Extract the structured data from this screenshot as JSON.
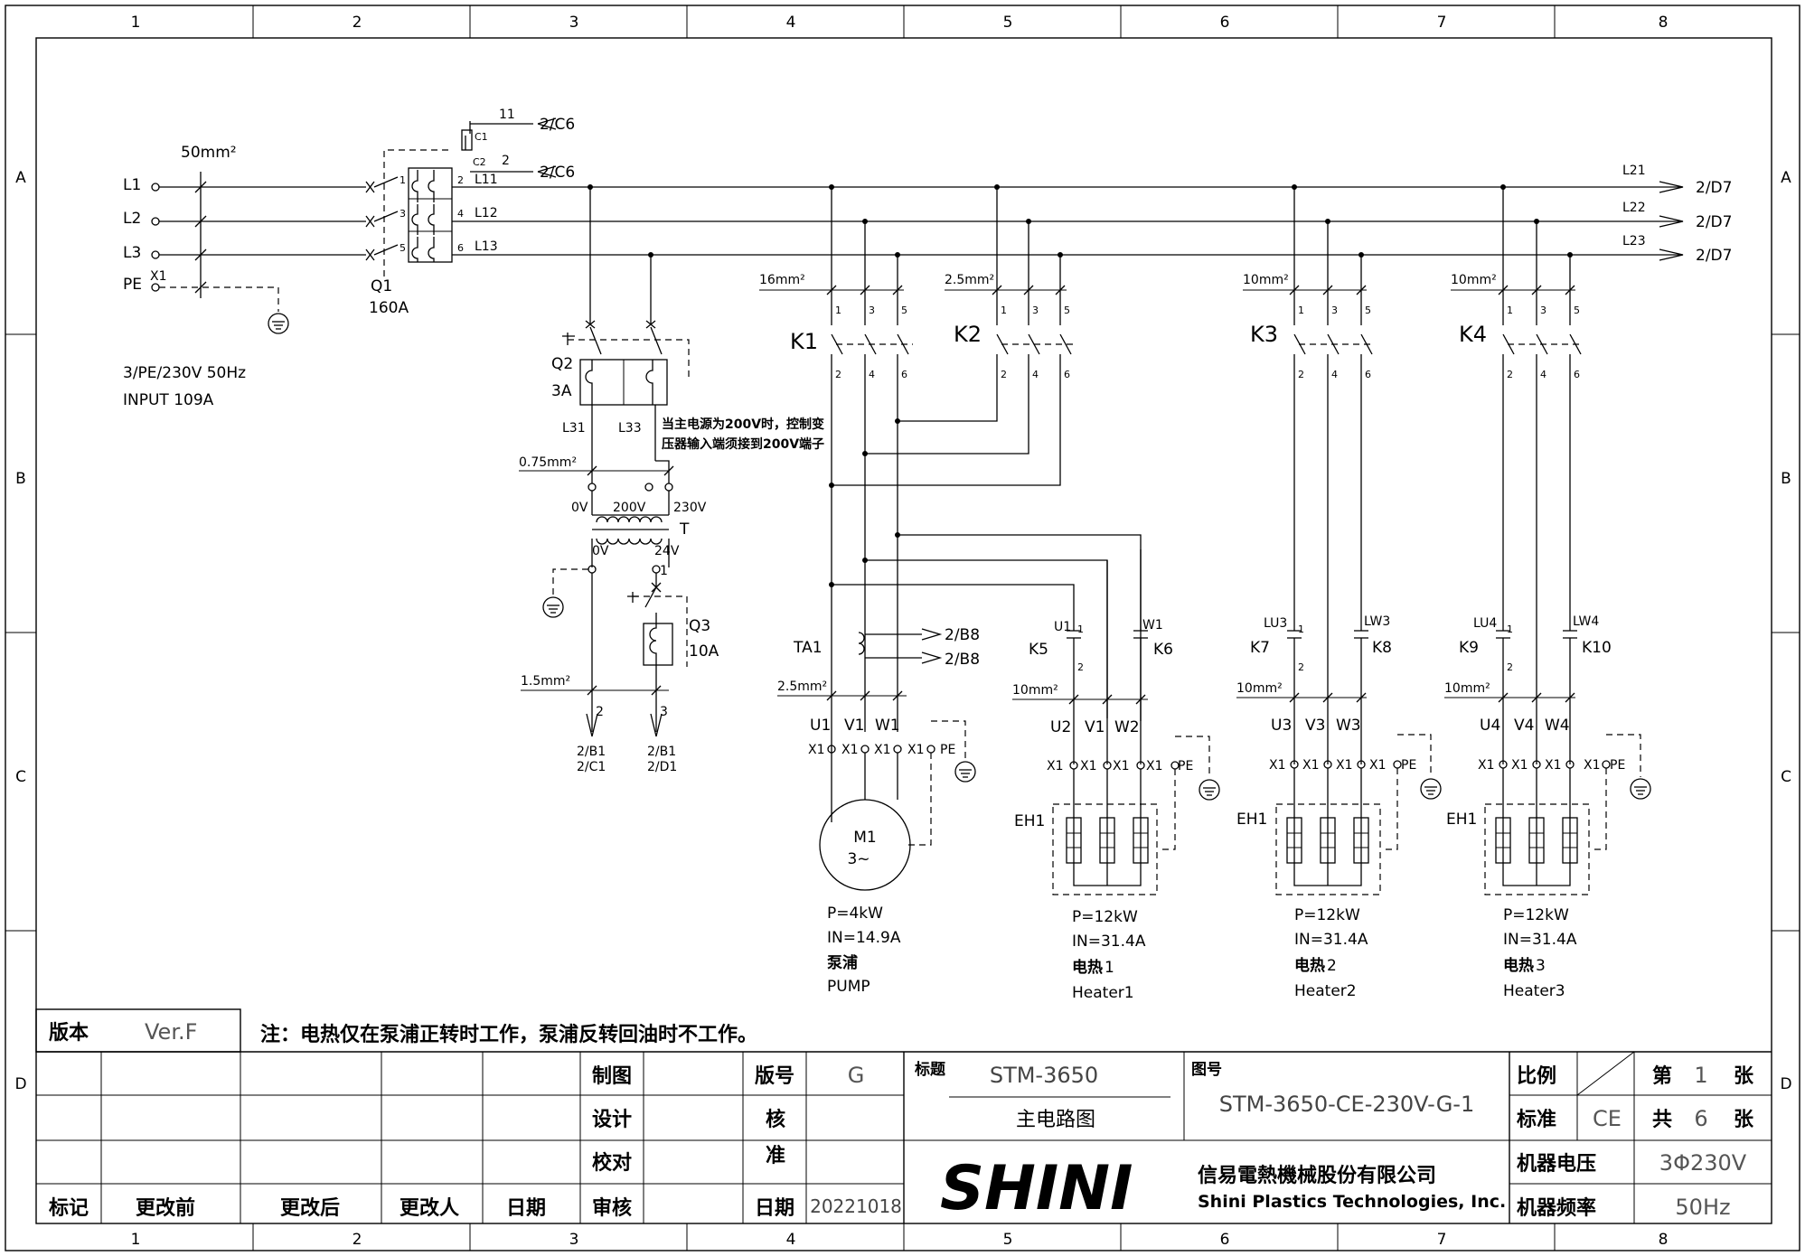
{
  "grid": {
    "cols": [
      "1",
      "2",
      "3",
      "4",
      "5",
      "6",
      "7",
      "8"
    ],
    "rows": [
      "A",
      "B",
      "C",
      "D"
    ]
  },
  "supply": {
    "cable": "50mm²",
    "phases": [
      "L1",
      "L2",
      "L3"
    ],
    "pe": "PE",
    "terminal": "X1",
    "rating_line1": "3/PE/230V 50Hz",
    "rating_line2": "INPUT 109A"
  },
  "main_breaker": {
    "name": "Q1",
    "rating": "160A",
    "aux_contacts": [
      "C1",
      "C2"
    ],
    "aux_numbers": [
      "11",
      "2"
    ],
    "aux_refs": [
      "2/C6",
      "2/C6"
    ],
    "terminals_in": [
      "1",
      "3",
      "5"
    ],
    "terminals_out": [
      "2",
      "4",
      "6"
    ],
    "outputs": [
      "L11",
      "L12",
      "L13"
    ]
  },
  "busbar": {
    "labels": [
      "L21",
      "L22",
      "L23"
    ],
    "refs": [
      "2/D7",
      "2/D7",
      "2/D7"
    ]
  },
  "control": {
    "breaker_q2": {
      "name": "Q2",
      "rating": "3A"
    },
    "line_labels": [
      "L31",
      "L33"
    ],
    "note": [
      "当主电源为200V时，控制变",
      "压器输入端须接到200V端子"
    ],
    "cable": "0.75mm²",
    "transformer": {
      "name": "T",
      "primary": [
        "0V",
        "200V",
        "230V"
      ],
      "secondary": [
        "0V",
        "24V"
      ]
    },
    "secondary_terminal": "1",
    "breaker_q3": {
      "name": "Q3",
      "rating": "10A"
    },
    "out_cable": "1.5mm²",
    "out_terminals": [
      "2",
      "3"
    ],
    "out_refs_left": [
      "2/B1",
      "2/C1"
    ],
    "out_refs_right": [
      "2/B1",
      "2/D1"
    ]
  },
  "contactors": [
    {
      "name": "K1",
      "cable": "16mm²"
    },
    {
      "name": "K2",
      "cable": "2.5mm²"
    },
    {
      "name": "K3",
      "cable": "10mm²"
    },
    {
      "name": "K4",
      "cable": "10mm²"
    }
  ],
  "contact_numbers": {
    "in": [
      "1",
      "3",
      "5"
    ],
    "out": [
      "2",
      "4",
      "6"
    ]
  },
  "pump": {
    "ct": "TA1",
    "ct_refs": [
      "2/B8",
      "2/B8"
    ],
    "cable": "2.5mm²",
    "terminals": [
      "U1",
      "V1",
      "W1"
    ],
    "terminal_block": "X1",
    "pe": "PE",
    "motor_name": "M1",
    "motor_type": "3~",
    "power": "P=4kW",
    "current": "IN=14.9A",
    "label_cn": "泵浦",
    "label_en": "PUMP"
  },
  "heaters": [
    {
      "sub1": "K5",
      "sub2": "K6",
      "sub1_label": "U1",
      "sub2_label": "W1",
      "contact": "1",
      "contact2": "2",
      "cable": "10mm²",
      "terminals": [
        "U2",
        "V1",
        "W2"
      ],
      "eh": "EH1",
      "power": "P=12kW",
      "current": "IN=31.4A",
      "label_cn": "电热",
      "num": "1",
      "label_en": "Heater1"
    },
    {
      "sub1": "K7",
      "sub2": "K8",
      "sub1_label": "LU3",
      "sub2_label": "LW3",
      "contact": "1",
      "contact2": "2",
      "cable": "10mm²",
      "terminals": [
        "U3",
        "V3",
        "W3"
      ],
      "eh": "EH1",
      "power": "P=12kW",
      "current": "IN=31.4A",
      "label_cn": "电热",
      "num": "2",
      "label_en": "Heater2"
    },
    {
      "sub1": "K9",
      "sub2": "K10",
      "sub1_label": "LU4",
      "sub2_label": "LW4",
      "contact": "1",
      "contact2": "2",
      "cable": "10mm²",
      "terminals": [
        "U4",
        "V4",
        "W4"
      ],
      "eh": "EH1",
      "power": "P=12kW",
      "current": "IN=31.4A",
      "label_cn": "电热",
      "num": "3",
      "label_en": "Heater3"
    }
  ],
  "heater_terminal_block": "X1",
  "heater_pe": "PE",
  "version": {
    "label": "版本",
    "value": "Ver.F"
  },
  "note": "注：电热仅在泵浦正转时工作，泵浦反转回油时不工作。",
  "title_block": {
    "revision_headers": [
      "标记",
      "更改前",
      "更改后",
      "更改人",
      "日期"
    ],
    "roles": [
      "制图",
      "设计",
      "校对",
      "审核"
    ],
    "version_no_label": "版号",
    "version_no": "G",
    "approve_label": [
      "核",
      "准"
    ],
    "date_label": "日期",
    "date": "20221018",
    "title_label": "标题",
    "title": "STM-3650",
    "subtitle": "主电路图",
    "drawing_no_label": "图号",
    "drawing_no": "STM-3650-CE-230V-G-1",
    "scale_label": "比例",
    "standard_label": "标准",
    "standard": "CE",
    "voltage_label": "机器电压",
    "voltage": "3Φ230V",
    "freq_label": "机器频率",
    "freq": "50Hz",
    "sheet_prefix": "第",
    "sheet_no": "1",
    "total_prefix": "共",
    "total_no": "6",
    "sheet_unit": "张",
    "logo": "SHINI",
    "company_cn": "信易電熱機械股份有限公司",
    "company_en": "Shini Plastics Technologies, Inc."
  }
}
